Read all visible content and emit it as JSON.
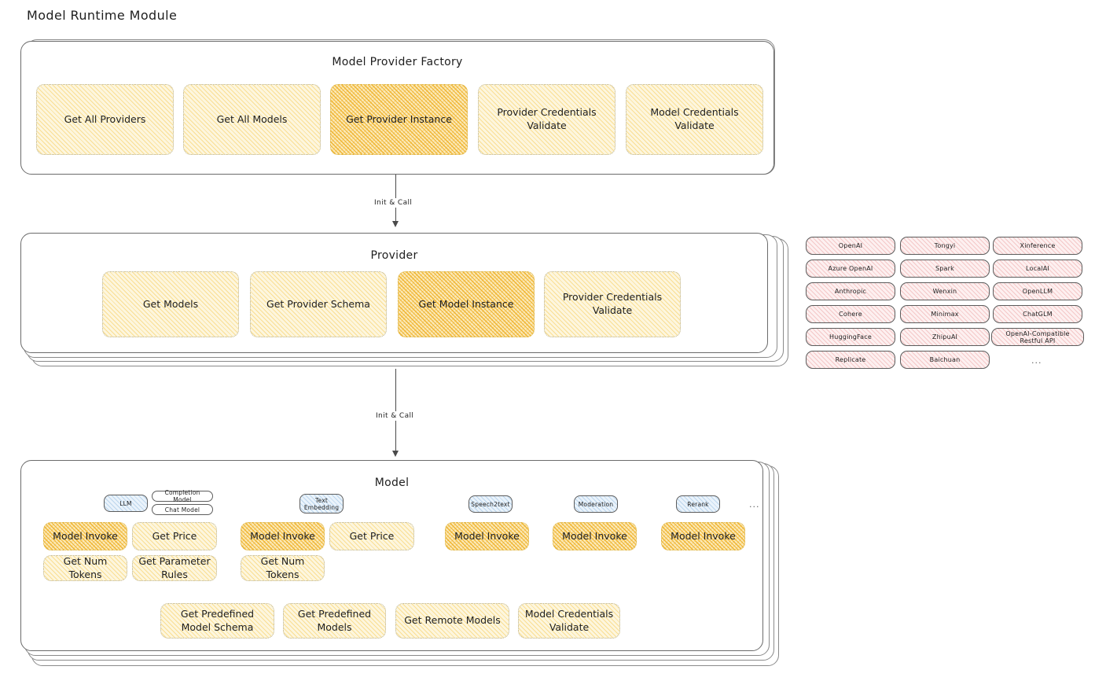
{
  "page": {
    "title": "Model Runtime Module"
  },
  "colors": {
    "node_fill": "#fdf6de",
    "node_hachure": "#f7cb55",
    "node_strong_fill": "#fbe9b8",
    "node_strong_hachure": "#eead1f",
    "chip_fill": "#fdf0f0",
    "chip_hachure": "#e89696",
    "tag_fill": "#eaf3fb",
    "tag_hachure": "#78aad7",
    "stroke": "#1e1e1e",
    "container_stroke": "#6b6b6b"
  },
  "factory": {
    "title": "Model Provider Factory",
    "nodes": [
      {
        "label": "Get All Providers",
        "highlight": false
      },
      {
        "label": "Get All Models",
        "highlight": false
      },
      {
        "label": "Get Provider Instance",
        "highlight": true
      },
      {
        "label": "Provider Credentials Validate",
        "highlight": false
      },
      {
        "label": "Model Credentials Validate",
        "highlight": false
      }
    ]
  },
  "arrow_factory_to_provider": {
    "label": "Init & Call"
  },
  "provider": {
    "title": "Provider",
    "nodes": [
      {
        "label": "Get Models",
        "highlight": false
      },
      {
        "label": "Get Provider Schema",
        "highlight": false
      },
      {
        "label": "Get Model Instance",
        "highlight": true
      },
      {
        "label": "Provider Credentials Validate",
        "highlight": false
      }
    ]
  },
  "arrow_provider_to_model": {
    "label": "Init & Call"
  },
  "provider_list": {
    "columns": [
      [
        "OpenAI",
        "Azure OpenAI",
        "Anthropic",
        "Cohere",
        "HuggingFace",
        "Replicate"
      ],
      [
        "Tongyi",
        "Spark",
        "Wenxin",
        "Minimax",
        "ZhipuAI",
        "Baichuan"
      ],
      [
        "Xinference",
        "LocalAI",
        "OpenLLM",
        "ChatGLM",
        "OpenAI-Compatible Restful API"
      ]
    ],
    "more": "..."
  },
  "model": {
    "title": "Model",
    "more": "...",
    "types": [
      {
        "tag": "LLM",
        "tag_filled": true,
        "subtags": [
          "Completion Model",
          "Chat Model"
        ],
        "nodes": [
          {
            "label": "Model Invoke",
            "highlight": true
          },
          {
            "label": "Get Price",
            "highlight": false
          },
          {
            "label": "Get Num Tokens",
            "highlight": false
          },
          {
            "label": "Get Parameter Rules",
            "highlight": false
          }
        ]
      },
      {
        "tag": "Text Embedding",
        "tag_filled": true,
        "subtags": [],
        "nodes": [
          {
            "label": "Model Invoke",
            "highlight": true
          },
          {
            "label": "Get Price",
            "highlight": false
          },
          {
            "label": "Get Num Tokens",
            "highlight": false
          }
        ]
      },
      {
        "tag": "Speech2text",
        "tag_filled": true,
        "subtags": [],
        "nodes": [
          {
            "label": "Model Invoke",
            "highlight": true
          }
        ]
      },
      {
        "tag": "Moderation",
        "tag_filled": true,
        "subtags": [],
        "nodes": [
          {
            "label": "Model Invoke",
            "highlight": true
          }
        ]
      },
      {
        "tag": "Rerank",
        "tag_filled": true,
        "subtags": [],
        "nodes": [
          {
            "label": "Model Invoke",
            "highlight": true
          }
        ]
      }
    ],
    "shared_nodes": [
      {
        "label": "Get Predefined Model Schema"
      },
      {
        "label": "Get Predefined Models"
      },
      {
        "label": "Get Remote Models"
      },
      {
        "label": "Model Credentials Validate"
      }
    ]
  }
}
